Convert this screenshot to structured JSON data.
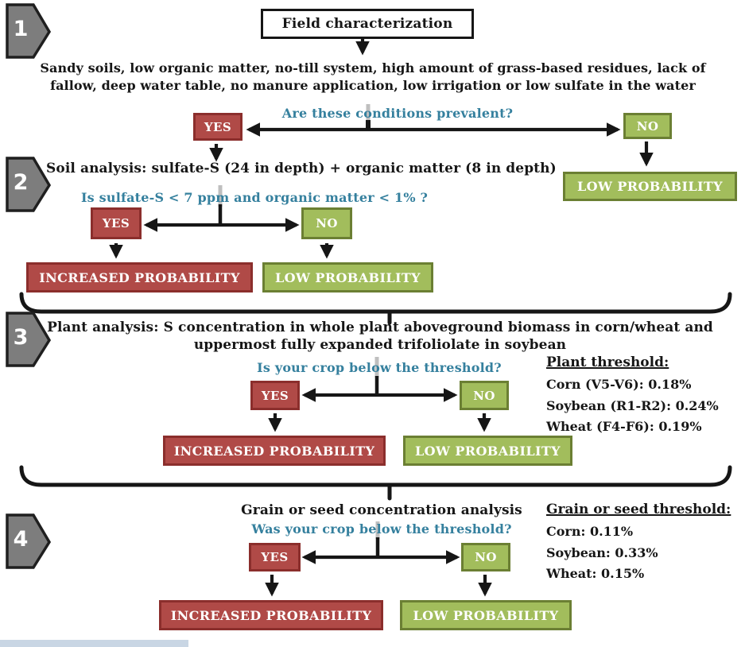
{
  "diagram_title": "Sulfur deficiency probability decision flowchart",
  "colors": {
    "yes_fill": "#b04a47",
    "yes_border": "#8b2e2c",
    "no_fill": "#a2bd5c",
    "no_border": "#6b7f33",
    "question_text": "#35809e",
    "badge_fill": "#7d7d7d",
    "text": "#161616"
  },
  "steps": [
    {
      "number": "1",
      "title_box": "Field characterization",
      "description": "Sandy soils, low organic matter, no-till system, high amount of grass-based residues, lack of fallow, deep water table, no manure application,  low irrigation or low sulfate in the water",
      "question": "Are these conditions prevalent?",
      "yes_label": "YES",
      "no_label": "NO",
      "no_result": "LOW PROBABILITY"
    },
    {
      "number": "2",
      "title": "Soil analysis: sulfate-S (24 in depth) + organic matter (8 in depth)",
      "question": "Is sulfate-S < 7 ppm and organic matter < 1% ?",
      "yes_label": "YES",
      "no_label": "NO",
      "yes_result": "INCREASED PROBABILITY",
      "no_result": "LOW PROBABILITY"
    },
    {
      "number": "3",
      "title": "Plant analysis: S concentration in whole plant aboveground biomass in corn/wheat and uppermost fully expanded trifoliolate in soybean",
      "question": "Is your crop below the threshold?",
      "yes_label": "YES",
      "no_label": "NO",
      "yes_result": "INCREASED PROBABILITY",
      "no_result": "LOW PROBABILITY",
      "threshold": {
        "heading": "Plant threshold:",
        "items": [
          "Corn (V5-V6): 0.18%",
          "Soybean (R1-R2): 0.24%",
          "Wheat (F4-F6): 0.19%"
        ]
      }
    },
    {
      "number": "4",
      "title": "Grain or seed concentration analysis",
      "question": "Was your crop below the threshold?",
      "yes_label": "YES",
      "no_label": "NO",
      "yes_result": "INCREASED PROBABILITY",
      "no_result": "LOW PROBABILITY",
      "threshold": {
        "heading": "Grain or seed threshold:",
        "items": [
          "Corn: 0.11%",
          "Soybean: 0.33%",
          "Wheat: 0.15%"
        ]
      }
    }
  ]
}
